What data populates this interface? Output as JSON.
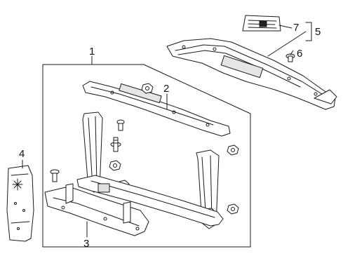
{
  "callouts": {
    "c1": "1",
    "c2": "2",
    "c3": "3",
    "c4": "4",
    "c5": "5",
    "c6": "6",
    "c7": "7"
  },
  "colors": {
    "line": "#1a1a1a",
    "fill": "#ffffff",
    "shade": "#d9d9d9"
  }
}
